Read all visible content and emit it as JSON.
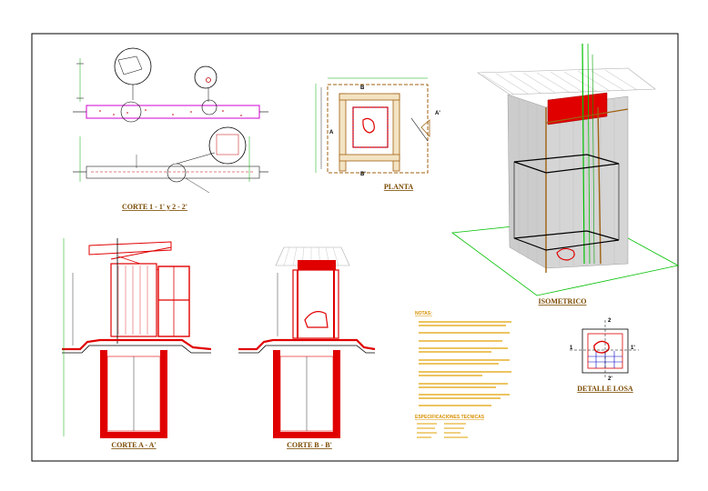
{
  "titles": {
    "corte_1": "CORTE 1 - 1' y 2 - 2'",
    "planta": "PLANTA",
    "isometrico": "ISOMETRICO",
    "corte_a": "CORTE A - A'",
    "corte_b": "CORTE B - B'",
    "detalle_losa": "DETALLE LOSA"
  },
  "notes": {
    "heading": "NOTAS:",
    "spec_heading": "ESPECIFICACIONES TECNICAS"
  },
  "section_marks": {
    "a": "A",
    "a_prime": "A'",
    "b": "B",
    "b_prime": "B'",
    "one": "1",
    "one_prime": "1'",
    "two": "2",
    "two_prime": "2'"
  },
  "colors": {
    "frame": "#000000",
    "concrete": "#e00000",
    "magenta": "#d000d0",
    "green": "#00c000",
    "wood": "#a06010",
    "wall": "#c8c8c8",
    "text": "#c08000"
  }
}
